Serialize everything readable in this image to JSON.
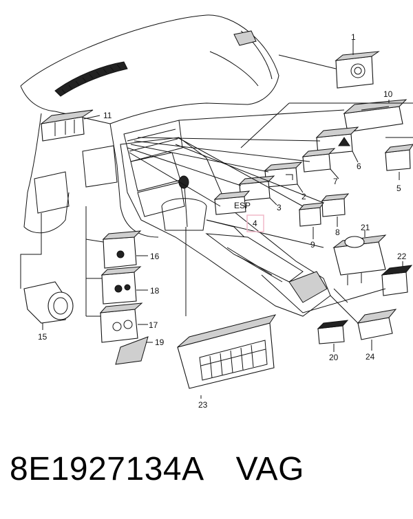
{
  "callouts": [
    "1",
    "2",
    "3",
    "4",
    "5",
    "6",
    "7",
    "8",
    "9",
    "10",
    "11",
    "15",
    "16",
    "17",
    "18",
    "19",
    "20",
    "21",
    "22",
    "23",
    "24"
  ],
  "highlight_label": "4",
  "caption": {
    "part_number": "8E1927134A",
    "brand": "VAG"
  },
  "colors": {
    "highlight_box": "#f0b8c8",
    "ink": "#111111"
  }
}
